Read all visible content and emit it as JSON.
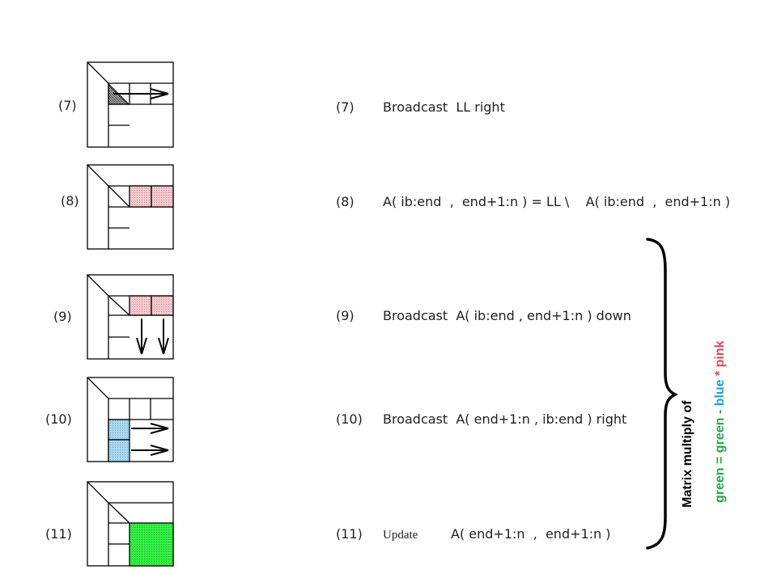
{
  "steps": [
    {
      "label": "(7)",
      "num": "(7)",
      "text": "Broadcast  LL right"
    },
    {
      "label": "(8)",
      "num": "(8)",
      "text": "A( ib:end  ,  end+1:n ) = LL \\    A( ib:end  ,  end+1:n )"
    },
    {
      "label": "(9)",
      "num": "(9)",
      "text": "Broadcast  A( ib:end , end+1:n ) down"
    },
    {
      "label": "(10)",
      "num": "(10)",
      "text": "Broadcast  A( end+1:n , ib:end ) right"
    },
    {
      "label": "(11)",
      "num": "(11)",
      "word": "Update",
      "text": "A( end+1:n  ,  end+1:n )"
    }
  ],
  "annotation": {
    "line1": "Matrix multiply of",
    "eq_green1": "green",
    "eq_op1": " = ",
    "eq_green2": "green",
    "eq_op2": " - ",
    "eq_blue": "blue",
    "eq_op3": " * ",
    "eq_pink": "pink"
  },
  "colors": {
    "pink": "#f7c8cc",
    "blue": "#a8d8f4",
    "green": "#33ee44",
    "green_text": "#22a84a",
    "blue_text": "#1aa0e0",
    "pink_text": "#ee4455"
  }
}
